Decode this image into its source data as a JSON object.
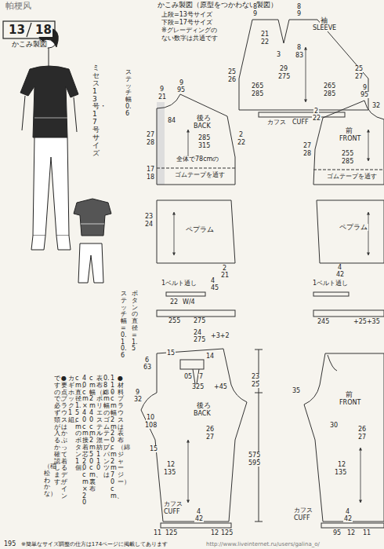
{
  "diagram": {
    "labels": [
      "帕梗风",
      "13",
      "18",
      "かこみ製図",
      "かこみ製図（原型をつかわない製図）",
      "上段=13号サイズ",
      "下段=17号サイズ",
      "※グレーディングの",
      "ない数字は共通です",
      "ミセス13号・17号サイズ",
      "8",
      "9",
      "8",
      "9",
      "袖",
      "SLEEVE",
      "25",
      "26",
      "21",
      "22",
      "8",
      "83",
      "3",
      "29",
      "275",
      "265",
      "285",
      "265",
      "285",
      "25",
      "27",
      "カフス",
      "CUFF",
      "ステッチ幅0.6",
      "9",
      "21",
      "9",
      "95",
      "84",
      "後ろ",
      "BACK",
      "2",
      "22",
      "285",
      "315",
      "27",
      "28",
      "全体で78cmの",
      "ゴムテープを通す",
      "17",
      "18",
      "ペプラム",
      "23",
      "24",
      "2",
      "21",
      "9",
      "95",
      "32",
      "2",
      "22",
      "27",
      "28",
      "前",
      "FRONT",
      "255",
      "285",
      "ゴムテープを通す",
      "ペプラム",
      "4",
      "42",
      "1ベルト通し",
      "4",
      "45",
      "ボタンの直径=1.5",
      "ステッチ幅=0.1 0.6",
      "22",
      "W/4",
      "255",
      "275",
      "24",
      "275",
      "+3+2",
      "6",
      "63",
      "15",
      "14",
      "05",
      "7",
      "325",
      "+45",
      "後ろ",
      "BACK",
      "9",
      "32",
      "10",
      "108",
      "26",
      "27",
      "15",
      "12",
      "135",
      "4",
      "42",
      "カフス",
      "CUFF",
      "11",
      "125",
      "12",
      "125",
      "23",
      "25",
      "575",
      "595",
      "1ベルト通し",
      "245",
      "+25+35",
      "35",
      "前",
      "FRONT",
      "30",
      "26",
      "27",
      "12",
      "135",
      "4",
      "42",
      "カフス",
      "CUFF",
      "95",
      "12",
      "11",
      "●材料　ブラウスは表布（綿ジャージー）",
      "110cm幅2m20cm・2m70cm、",
      "0.8cm幅のゴムテープ。パンツは",
      "表布（綿・ポリエステル混紡）110",
      "cm幅2m40cm・2m50cm、裏布",
      "40cm×40cm、接着芯20cm×20",
      "cm、直径1.5cmのボタン1個、",
      "カギホック1組。",
      "●要点　ブラウスはかぶって着るデザイン",
      "ですので、必ず頭が入るか確認します。",
      "（稲松わかな）",
      "195",
      "※簡単なサイズ調整の仕方は174ページに掲載してあります",
      "http://www.liveinternet.ru/users/galina_o/"
    ]
  }
}
